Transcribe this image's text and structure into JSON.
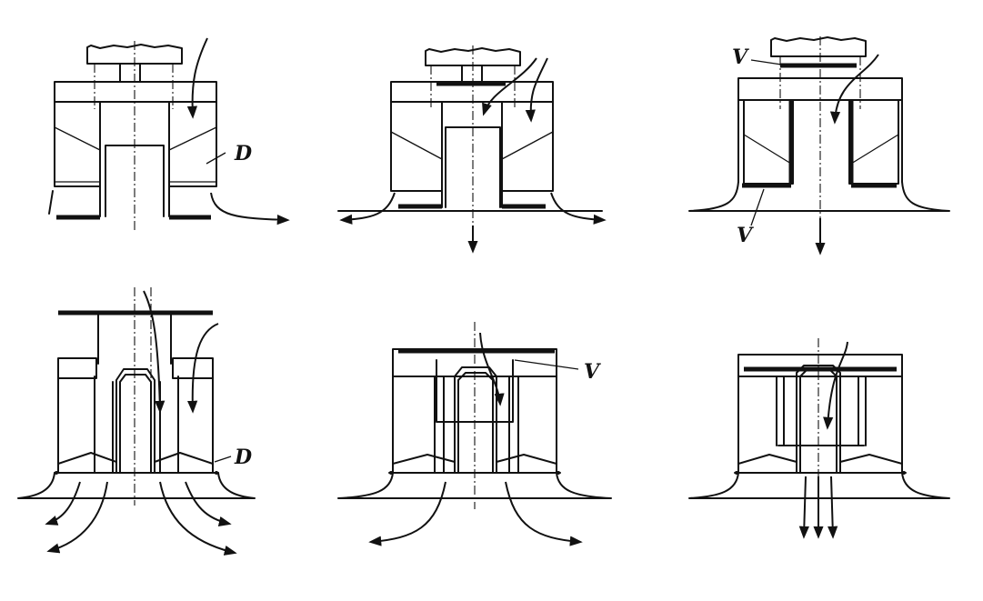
{
  "labels": {
    "d_top": "D",
    "d_bottom": "D",
    "v_top_upper": "V",
    "v_top_lower": "V",
    "v_bottom": "V"
  },
  "panels": [
    {
      "id": "p1",
      "row": 1,
      "col": 1
    },
    {
      "id": "p2",
      "row": 1,
      "col": 2
    },
    {
      "id": "p3",
      "row": 1,
      "col": 3
    },
    {
      "id": "p4",
      "row": 2,
      "col": 1
    },
    {
      "id": "p5",
      "row": 2,
      "col": 2
    },
    {
      "id": "p6",
      "row": 2,
      "col": 3
    }
  ]
}
